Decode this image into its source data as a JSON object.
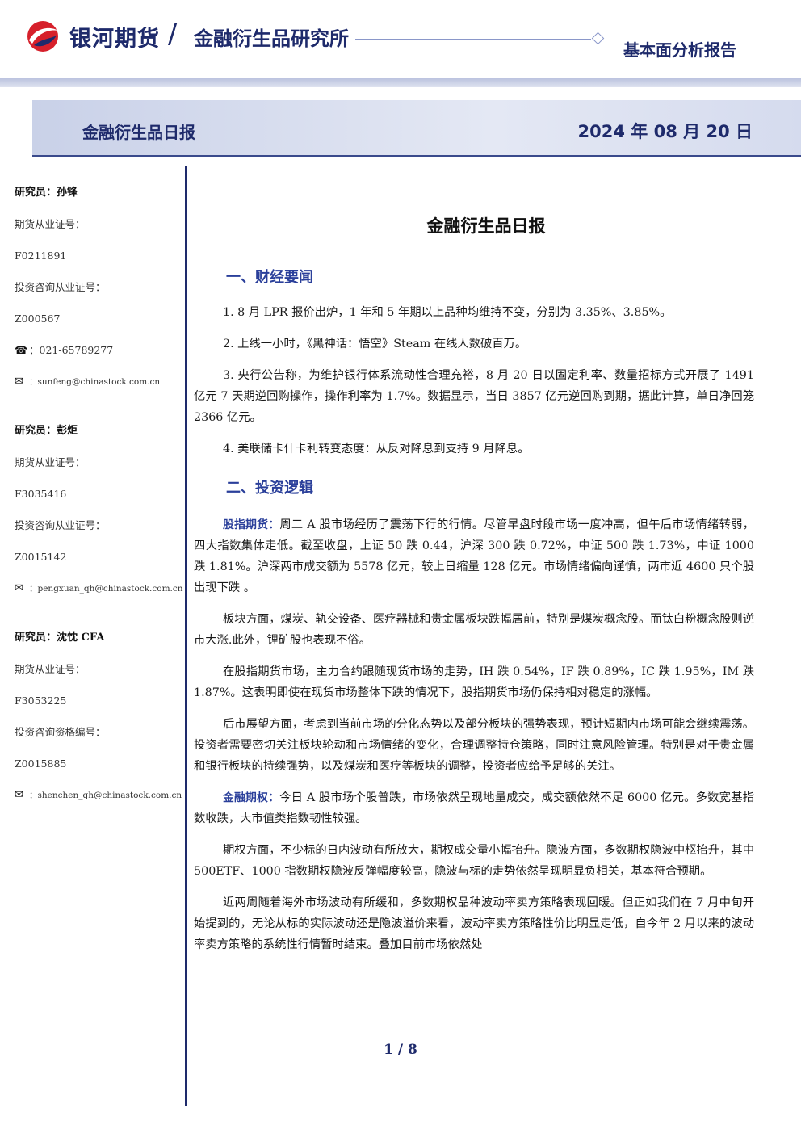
{
  "header": {
    "logo_text": "银河期货",
    "institute": "金融衍生品研究所",
    "report_type": "基本面分析报告",
    "colors": {
      "brand_navy": "#1e2a6b",
      "brand_red": "#d6202b",
      "section_blue": "#2a3f9a"
    }
  },
  "banner": {
    "title": "金融衍生品日报",
    "date": "2024 年 08 月 20 日"
  },
  "analysts": [
    {
      "name": "研究员：孙锋",
      "license_label": "期货从业证号：",
      "license": "F0211891",
      "consult_label": "投资咨询从业证号：",
      "consult": "Z000567",
      "phone_icon": "phone-icon",
      "phone": "：021-65789277",
      "email_icon": "mail-icon",
      "email": "：sunfeng@chinastock.com.cn"
    },
    {
      "name": "研究员：彭炬",
      "license_label": "期货从业证号：",
      "license": "F3035416",
      "consult_label": "投资咨询从业证号：",
      "consult": "Z0015142",
      "email_icon": "mail-icon",
      "email": "：pengxuan_qh@chinastock.com.cn"
    },
    {
      "name": "研究员：沈忱  CFA",
      "license_label": "期货从业证号：",
      "license": "F3053225",
      "consult_label": "投资咨询资格编号：",
      "consult": "Z0015885",
      "email_icon": "mail-icon",
      "email": "：shenchen_qh@chinastock.com.cn"
    }
  ],
  "doc_title": "金融衍生品日报",
  "section1": {
    "title": "一、财经要闻",
    "items": [
      "1. 8 月 LPR 报价出炉，1 年和 5 年期以上品种均维持不变，分别为 3.35%、3.85%。",
      "2.  上线一小时，《黑神话：悟空》Steam 在线人数破百万。",
      "3.  央行公告称，为维护银行体系流动性合理充裕，8 月 20 日以固定利率、数量招标方式开展了 1491 亿元 7 天期逆回购操作，操作利率为 1.7%。数据显示，当日 3857 亿元逆回购到期，据此计算，单日净回笼 2366 亿元。",
      "4.  美联储卡什卡利转变态度：从反对降息到支持 9 月降息。"
    ]
  },
  "section2": {
    "title": "二、投资逻辑",
    "p1_kw": "股指期货：",
    "p1": "周二 A 股市场经历了震荡下行的行情。尽管早盘时段市场一度冲高，但午后市场情绪转弱，四大指数集体走低。截至收盘，上证 50 跌 0.44，沪深 300 跌 0.72%，中证 500 跌 1.73%，中证 1000 跌 1.81%。沪深两市成交额为 5578 亿元，较上日缩量 128 亿元。市场情绪偏向谨慎，两市近 4600 只个股出现下跌 。",
    "p2": "板块方面，煤炭、轨交设备、医疗器械和贵金属板块跌幅居前，特别是煤炭概念股。而钛白粉概念股则逆市大涨.此外，锂矿股也表现不俗。",
    "p3": "在股指期货市场，主力合约跟随现货市场的走势，IH 跌 0.54%，IF 跌 0.89%，IC 跌 1.95%，IM 跌 1.87%。这表明即使在现货市场整体下跌的情况下，股指期货市场仍保持相对稳定的涨幅。",
    "p4": "后市展望方面，考虑到当前市场的分化态势以及部分板块的强势表现，预计短期内市场可能会继续震荡。投资者需要密切关注板块轮动和市场情绪的变化，合理调整持仓策略，同时注意风险管理。特别是对于贵金属和银行板块的持续强势，以及煤炭和医疗等板块的调整，投资者应给予足够的关注。",
    "p5_kw": "金融期权：",
    "p5": "今日 A 股市场个股普跌，市场依然呈现地量成交，成交额依然不足 6000 亿元。多数宽基指数收跌，大市值类指数韧性较强。",
    "p6": "期权方面，不少标的日内波动有所放大，期权成交量小幅抬升。隐波方面，多数期权隐波中枢抬升，其中 500ETF、1000 指数期权隐波反弹幅度较高，隐波与标的走势依然呈现明显负相关，基本符合预期。",
    "p7": "近两周随着海外市场波动有所缓和，多数期权品种波动率卖方策略表现回暖。但正如我们在 7 月中旬开始提到的，无论从标的实际波动还是隐波溢价来看，波动率卖方策略性价比明显走低，自今年 2 月以来的波动率卖方策略的系统性行情暂时结束。叠加目前市场依然处"
  },
  "footer": {
    "page": "1  /  8"
  }
}
